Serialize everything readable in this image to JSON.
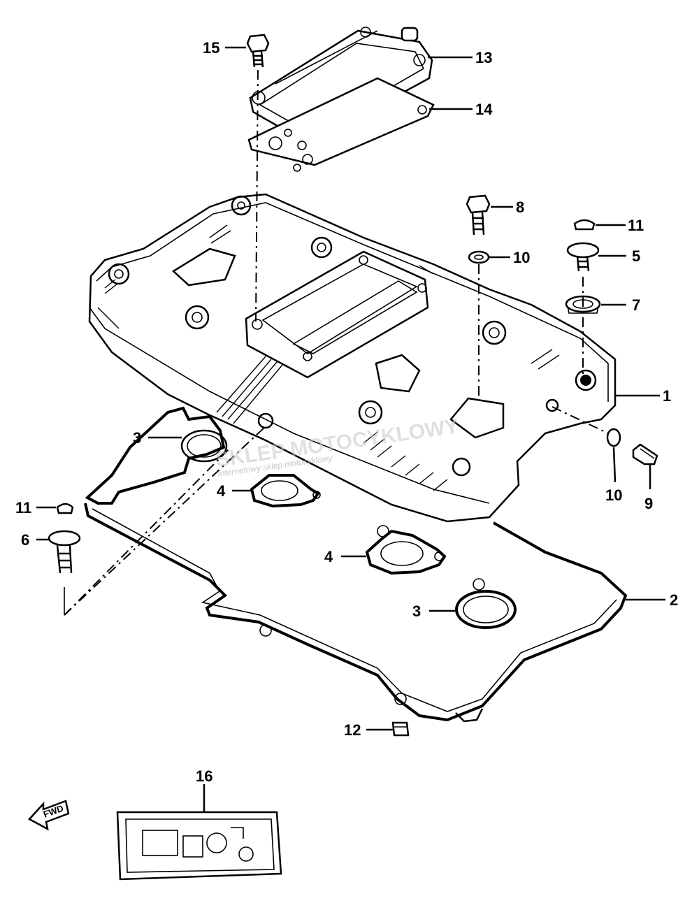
{
  "callouts": [
    {
      "id": "c1",
      "label": "1"
    },
    {
      "id": "c2",
      "label": "2"
    },
    {
      "id": "c3a",
      "label": "3"
    },
    {
      "id": "c3b",
      "label": "3"
    },
    {
      "id": "c4a",
      "label": "4"
    },
    {
      "id": "c4b",
      "label": "4"
    },
    {
      "id": "c5",
      "label": "5"
    },
    {
      "id": "c6",
      "label": "6"
    },
    {
      "id": "c7",
      "label": "7"
    },
    {
      "id": "c8",
      "label": "8"
    },
    {
      "id": "c9",
      "label": "9"
    },
    {
      "id": "c10a",
      "label": "10"
    },
    {
      "id": "c10b",
      "label": "10"
    },
    {
      "id": "c11a",
      "label": "11"
    },
    {
      "id": "c11b",
      "label": "11"
    },
    {
      "id": "c12",
      "label": "12"
    },
    {
      "id": "c13",
      "label": "13"
    },
    {
      "id": "c14",
      "label": "14"
    },
    {
      "id": "c15",
      "label": "15"
    },
    {
      "id": "c16",
      "label": "16"
    }
  ],
  "fwd_label": "FWD",
  "watermark": {
    "main": "SKLEP MOTOCYKLOWY",
    "sub": "Internetowy sklep motocyklowy"
  },
  "colors": {
    "line": "#000000",
    "background": "#ffffff",
    "watermark": "#c8c8c8"
  }
}
